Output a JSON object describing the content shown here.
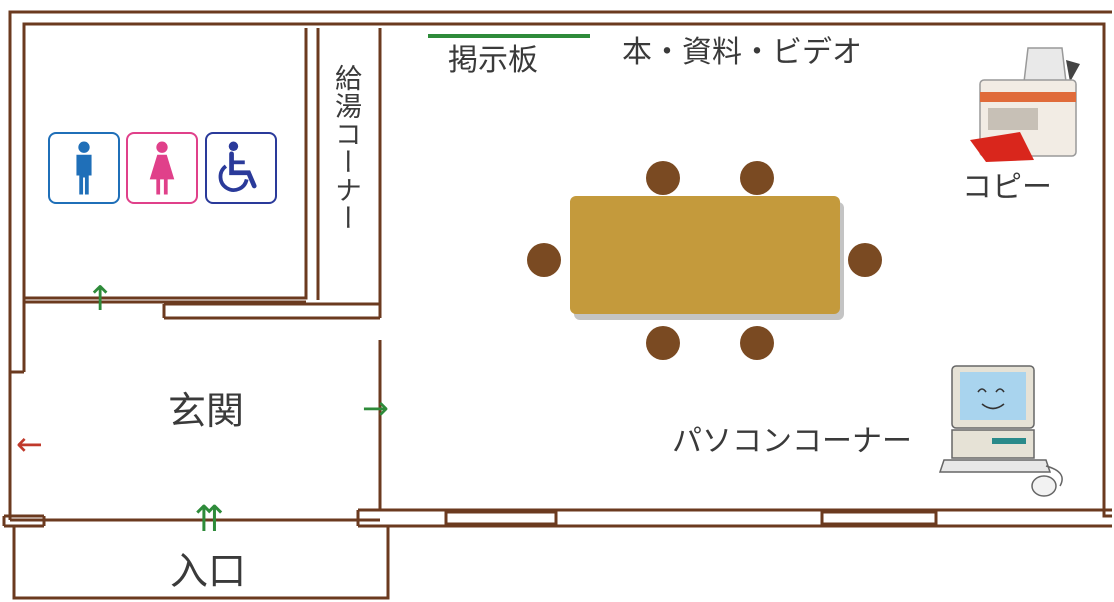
{
  "labels": {
    "entrance_hall": "玄関",
    "entrance": "入口",
    "bulletin_board": "掲示板",
    "books_area": "本・資料・ビデオ",
    "kitchenette": "給湯コーナー",
    "copy": "コピー",
    "pc_corner": "パソコンコーナー"
  },
  "arrows": {
    "up": "↑",
    "right": "→",
    "left": "←",
    "double_up": "⇈"
  },
  "icons": [
    "male-restroom-icon",
    "female-restroom-icon",
    "wheelchair-accessible-icon",
    "copy-machine-icon",
    "computer-icon",
    "meeting-table-icon"
  ],
  "colors": {
    "wall": "#6b3a1f",
    "table": "#c49a3c",
    "chair": "#7a4a22",
    "bulletin_board": "#2e8b3a",
    "arrow_green": "#2e8b3a",
    "arrow_red": "#c0392b",
    "male_sign": "#1f6fb8",
    "female_sign": "#e0408a",
    "accessible_sign": "#2a3a9a"
  }
}
